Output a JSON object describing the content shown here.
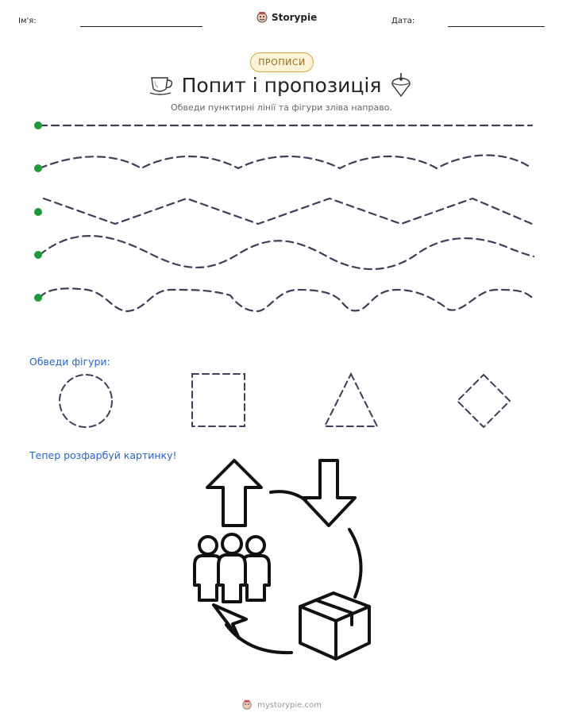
{
  "header": {
    "name_label": "Ім'я:",
    "brand_name": "Storypie",
    "date_label": "Дата:"
  },
  "badge": "ПРОПИСИ",
  "title": "Попит і пропозиція",
  "subtitle": "Обведи пунктирні лінії та фігури зліва направо.",
  "sections": {
    "shapes_label": "Обведи фігури:",
    "coloring_label": "Тепер розфарбуй картинку!"
  },
  "shapes": [
    "circle",
    "square",
    "triangle",
    "diamond"
  ],
  "footer": {
    "url": "mystorypie.com"
  },
  "colors": {
    "trace_line": "#3b3f57",
    "start_dot": "#1f9a3a",
    "section_text": "#2b62c9",
    "badge_border": "#d9a441",
    "badge_fill": "#fdf3d9"
  },
  "icons": [
    "storypie-logo-icon",
    "teacup-icon",
    "spinning-top-icon",
    "supply-demand-cycle-illustration"
  ]
}
